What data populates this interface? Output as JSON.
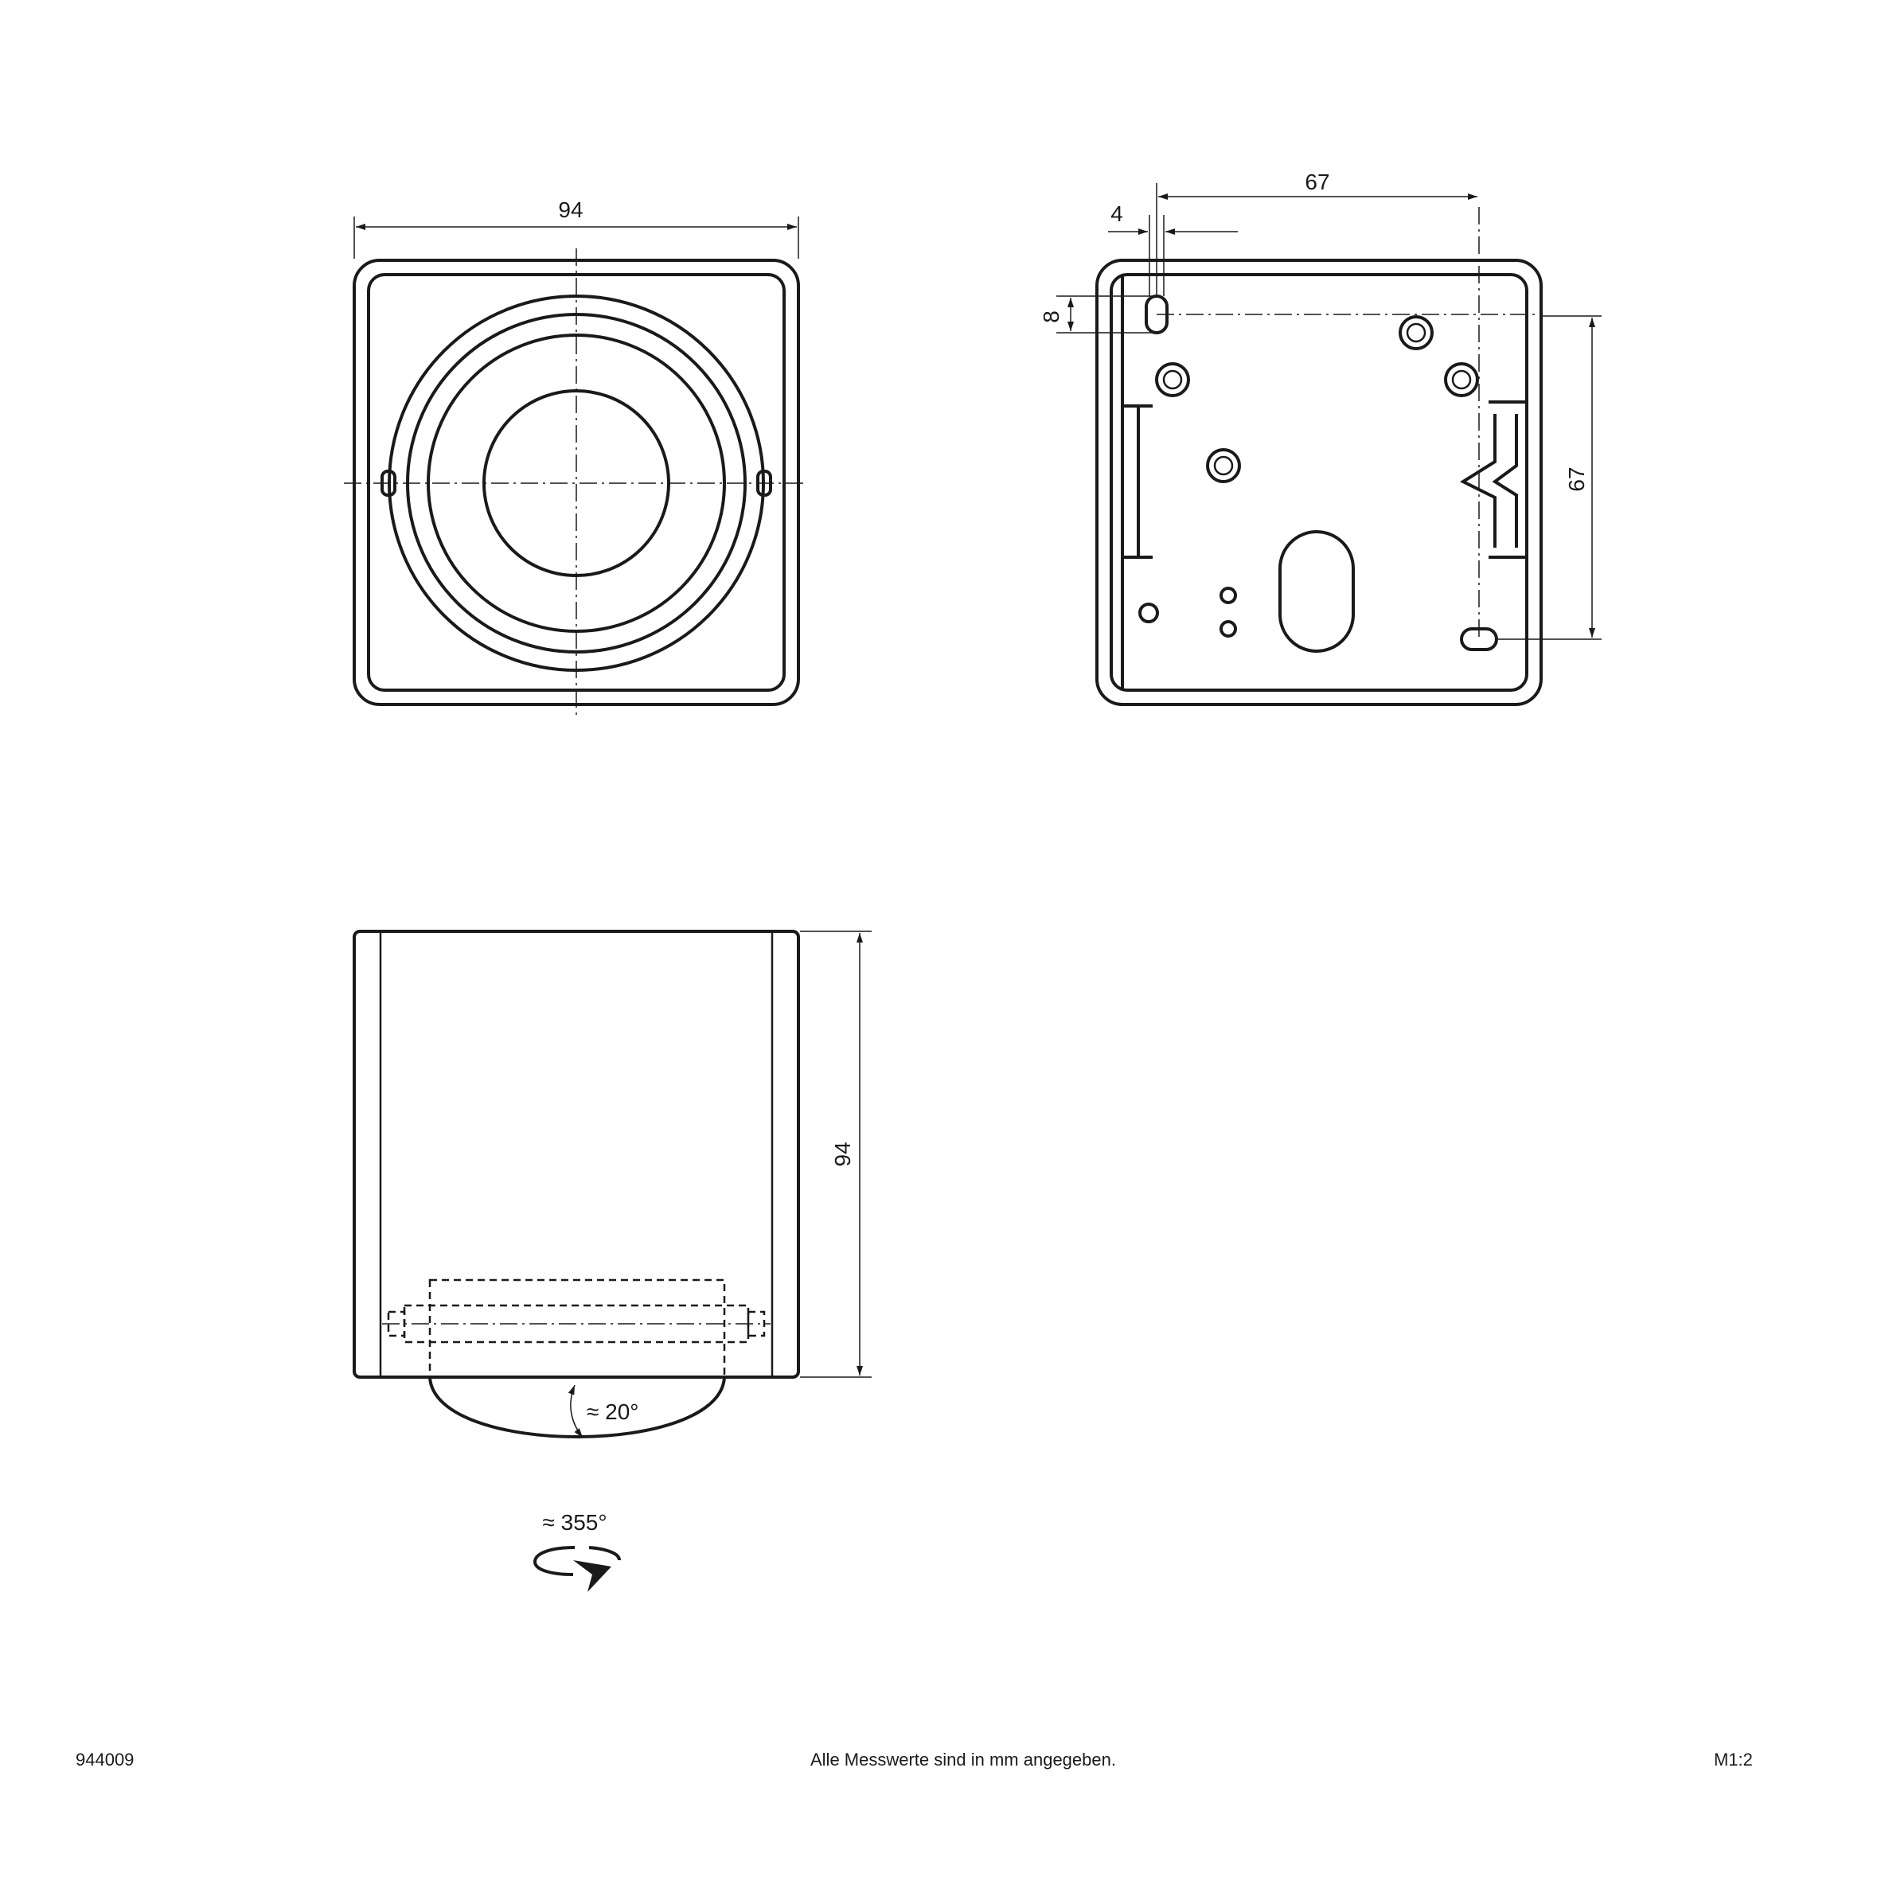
{
  "dimensions": {
    "front_width": "94",
    "back_hole_spacing_horizontal": "67",
    "back_edge_offset": "4",
    "back_slot_offset": "8",
    "back_hole_spacing_vertical": "67",
    "side_height": "94",
    "tilt_angle": "≈ 20°",
    "rotation_angle": "≈ 355°"
  },
  "footer": {
    "article_number": "944009",
    "note": "Alle Messwerte sind in mm angegeben.",
    "scale": "M1:2"
  }
}
